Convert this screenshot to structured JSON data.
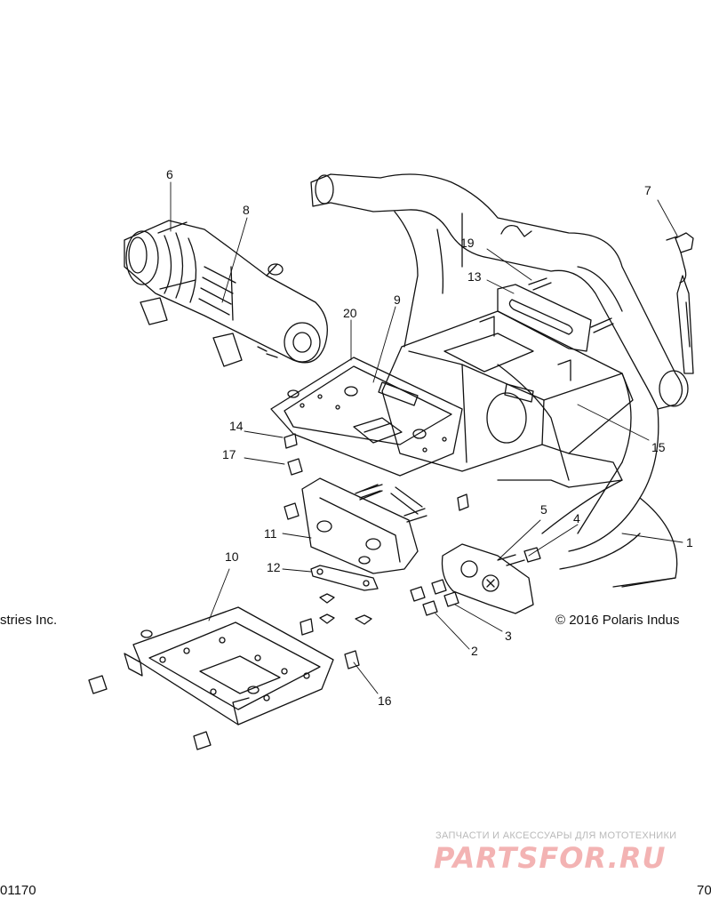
{
  "callouts": [
    {
      "id": "c1",
      "text": "1"
    },
    {
      "id": "c2",
      "text": "2"
    },
    {
      "id": "c3",
      "text": "3"
    },
    {
      "id": "c4",
      "text": "4"
    },
    {
      "id": "c5",
      "text": "5"
    },
    {
      "id": "c6",
      "text": "6"
    },
    {
      "id": "c7",
      "text": "7"
    },
    {
      "id": "c8",
      "text": "8"
    },
    {
      "id": "c9",
      "text": "9"
    },
    {
      "id": "c10",
      "text": "10"
    },
    {
      "id": "c11",
      "text": "11"
    },
    {
      "id": "c12",
      "text": "12"
    },
    {
      "id": "c13",
      "text": "13"
    },
    {
      "id": "c14",
      "text": "14"
    },
    {
      "id": "c15",
      "text": "15"
    },
    {
      "id": "c16",
      "text": "16"
    },
    {
      "id": "c17",
      "text": "17"
    },
    {
      "id": "c19",
      "text": "19"
    },
    {
      "id": "c20",
      "text": "20"
    }
  ],
  "copyright_left": "stries Inc.",
  "copyright_right": "© 2016 Polaris Indus",
  "footer_left": "01170",
  "footer_right": "70",
  "watermark_text": "ЗАПЧАСТИ И АКСЕССУАРЫ ДЛЯ МОТОТЕХНИКИ",
  "watermark_logo": "PARTSFOR.RU"
}
